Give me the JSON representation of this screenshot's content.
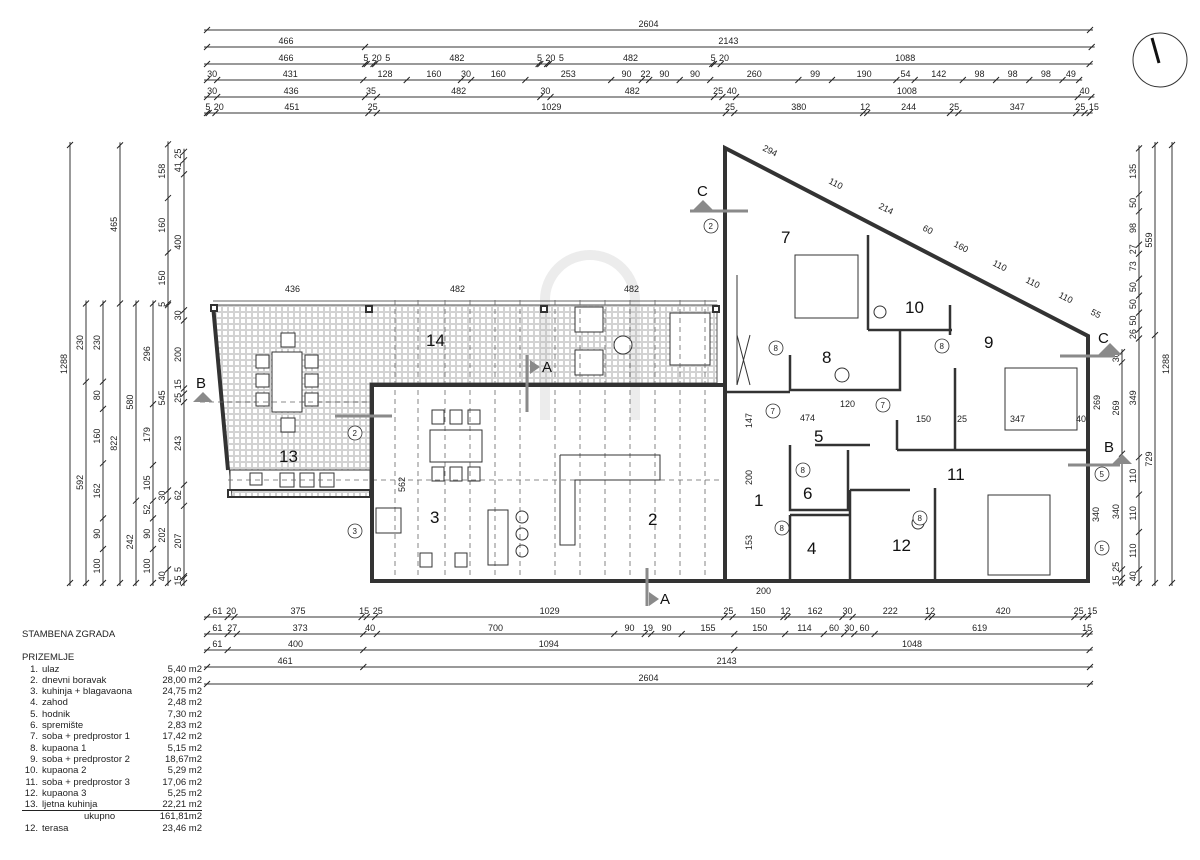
{
  "legend": {
    "building": "STAMBENA ZGRADA",
    "floor": "PRIZEMLJE",
    "items": [
      {
        "num": "1.",
        "name": "ulaz",
        "area": "5,40 m2"
      },
      {
        "num": "2.",
        "name": "dnevni boravak",
        "area": "28,00 m2"
      },
      {
        "num": "3.",
        "name": "kuhinja + blagavaona",
        "area": "24,75 m2"
      },
      {
        "num": "4.",
        "name": "zahod",
        "area": "2,48 m2"
      },
      {
        "num": "5.",
        "name": "hodnik",
        "area": "7,30 m2"
      },
      {
        "num": "6.",
        "name": "spremište",
        "area": "2,83 m2"
      },
      {
        "num": "7.",
        "name": "soba + predprostor 1",
        "area": "17,42 m2"
      },
      {
        "num": "8.",
        "name": "kupaona 1",
        "area": "5,15 m2"
      },
      {
        "num": "9.",
        "name": "soba + predprostor 2",
        "area": "18,67m2"
      },
      {
        "num": "10.",
        "name": "kupaona 2",
        "area": "5,29 m2"
      },
      {
        "num": "11.",
        "name": "soba + predprostor 3",
        "area": "17,06 m2"
      },
      {
        "num": "12.",
        "name": "kupaona 3",
        "area": "5,25 m2"
      },
      {
        "num": "13.",
        "name": "ljetna kuhinja",
        "area": "22,21 m2"
      }
    ],
    "total_label": "ukupno",
    "total_area": "161,81m2",
    "terrace": {
      "num": "12.",
      "name": "terasa",
      "area": "23,46 m2"
    }
  },
  "dimensions": {
    "top_rows": [
      {
        "start": 0,
        "segments": [
          2604
        ]
      },
      {
        "start": 0,
        "segments": [
          466,
          2143
        ]
      },
      {
        "start": 0,
        "segments": [
          466,
          5,
          20,
          5,
          482,
          5,
          20,
          5,
          482,
          5,
          20,
          1088
        ]
      },
      {
        "start": 0,
        "segments": [
          30,
          431,
          128,
          160,
          30,
          160,
          253,
          90,
          22,
          90,
          90,
          260,
          99,
          190,
          54,
          142,
          98,
          98,
          98,
          49
        ]
      },
      {
        "start": 0,
        "segments": [
          30,
          436,
          35,
          482,
          30,
          482,
          25,
          40,
          1008,
          40
        ]
      },
      {
        "start": 0,
        "segments": [
          5,
          20,
          451,
          25,
          1029,
          25,
          380,
          12,
          244,
          25,
          347,
          25,
          15
        ]
      }
    ],
    "bottom_rows": [
      {
        "start": 0,
        "segments": [
          61,
          20,
          375,
          15,
          25,
          1029,
          25,
          150,
          12,
          162,
          30,
          222,
          12,
          420,
          25,
          15
        ]
      },
      {
        "start": 0,
        "segments": [
          61,
          27,
          373,
          40,
          700,
          90,
          19,
          90,
          155,
          150,
          114,
          60,
          30,
          60,
          619,
          15
        ]
      },
      {
        "start": 0,
        "segments": [
          61,
          400,
          1094,
          1048
        ]
      },
      {
        "start": 0,
        "segments": [
          461,
          2143
        ]
      },
      {
        "start": 0,
        "segments": [
          2604
        ]
      }
    ],
    "left_cols": [
      {
        "start": 0,
        "segments": [
          1288
        ]
      },
      {
        "start": 0,
        "segments": [
          592,
          230
        ]
      },
      {
        "start": 0,
        "segments": [
          100,
          90,
          162,
          160,
          80,
          230
        ]
      },
      {
        "start": 0,
        "segments": [
          822,
          465
        ]
      },
      {
        "start": 0,
        "segments": [
          242,
          580
        ]
      },
      {
        "start": 0,
        "segments": [
          100,
          90,
          52,
          105,
          179,
          296
        ]
      },
      {
        "start": 0,
        "segments": [
          40,
          202,
          30,
          545,
          5,
          150,
          160,
          158
        ]
      },
      {
        "start": 0,
        "segments": [
          15,
          5,
          207,
          62,
          243,
          25,
          15,
          200,
          30,
          400,
          41,
          25
        ]
      }
    ],
    "right_cols": [
      {
        "start": 0,
        "segments": [
          15,
          25,
          340,
          269,
          30
        ]
      },
      {
        "start": 0,
        "segments": [
          40,
          110,
          110,
          110,
          349,
          26,
          50,
          50,
          50,
          73,
          27,
          98,
          50,
          135
        ]
      },
      {
        "start": 0,
        "segments": [
          729,
          559
        ]
      },
      {
        "start": 0,
        "segments": [
          1288
        ]
      }
    ]
  },
  "rooms": [
    "1",
    "2",
    "3",
    "4",
    "5",
    "6",
    "7",
    "8",
    "9",
    "10",
    "11",
    "12",
    "13",
    "14"
  ],
  "sections": {
    "a": "A",
    "b": "B",
    "c": "C"
  },
  "plan_labels": [
    "294",
    "110",
    "214",
    "60",
    "160",
    "110",
    "110",
    "110",
    "55",
    "474",
    "120",
    "150",
    "347",
    "40",
    "25",
    "147",
    "200",
    "153",
    "200",
    "562",
    "436",
    "482",
    "482",
    "269",
    "340"
  ],
  "door_tags": [
    "2",
    "2",
    "3",
    "8",
    "7",
    "7",
    "8",
    "5",
    "5",
    "8",
    "8",
    "8"
  ],
  "colors": {
    "wall": "#333333",
    "section_marker": "#8a8a8a",
    "hatch": "#9a9a9a"
  }
}
